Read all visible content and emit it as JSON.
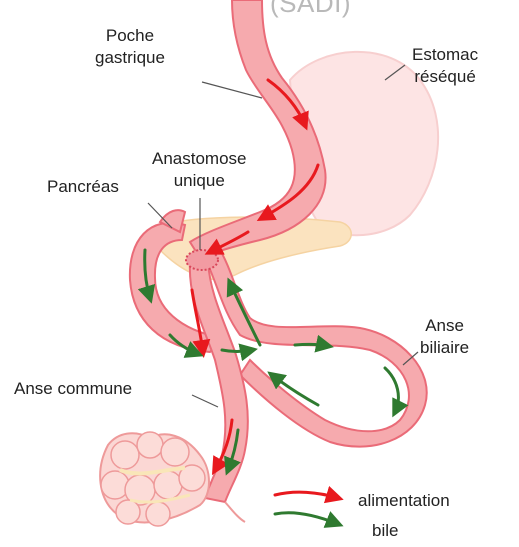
{
  "title": "(SADI)",
  "labels": {
    "poche": "Poche\ngastrique",
    "estomac": "Estomac\nréséqué",
    "anastomose": "Anastomose\nunique",
    "pancreas": "Pancréas",
    "anse_biliaire": "Anse\nbiliaire",
    "anse_commune": "Anse commune"
  },
  "legend": {
    "alimentation": "alimentation",
    "bile": "bile"
  },
  "colors": {
    "intestine": "#f6aaae",
    "intestine_edge": "#ea6b78",
    "stomach_resected": "#fde4e4",
    "pancreas": "#fbe3bf",
    "food_arrow": "#e8191e",
    "bile_arrow": "#2f7a30",
    "title": "#b9b9b9"
  }
}
